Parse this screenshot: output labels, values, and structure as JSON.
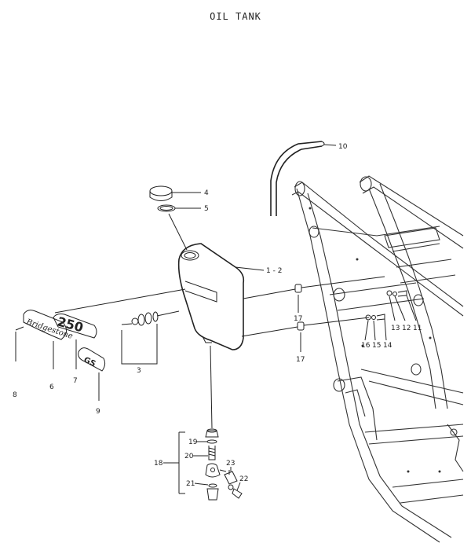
{
  "title": "OIL TANK",
  "labels": {
    "p1": "1 - 2",
    "p3": "3",
    "p4": "4",
    "p5": "5",
    "p6": "6",
    "p7": "7",
    "p8": "8",
    "p9": "9",
    "p10": "10",
    "p11": "11",
    "p12": "12",
    "p13": "13",
    "p14": "14",
    "p15": "15",
    "p16": "16",
    "p17a": "17",
    "p17b": "17",
    "p18": "18",
    "p19": "19",
    "p20": "20",
    "p21": "21",
    "p22": "22",
    "p23": "23"
  },
  "emblems": {
    "script_emblem": "Bridgestone",
    "number_emblem": "250",
    "badge": "GS"
  }
}
